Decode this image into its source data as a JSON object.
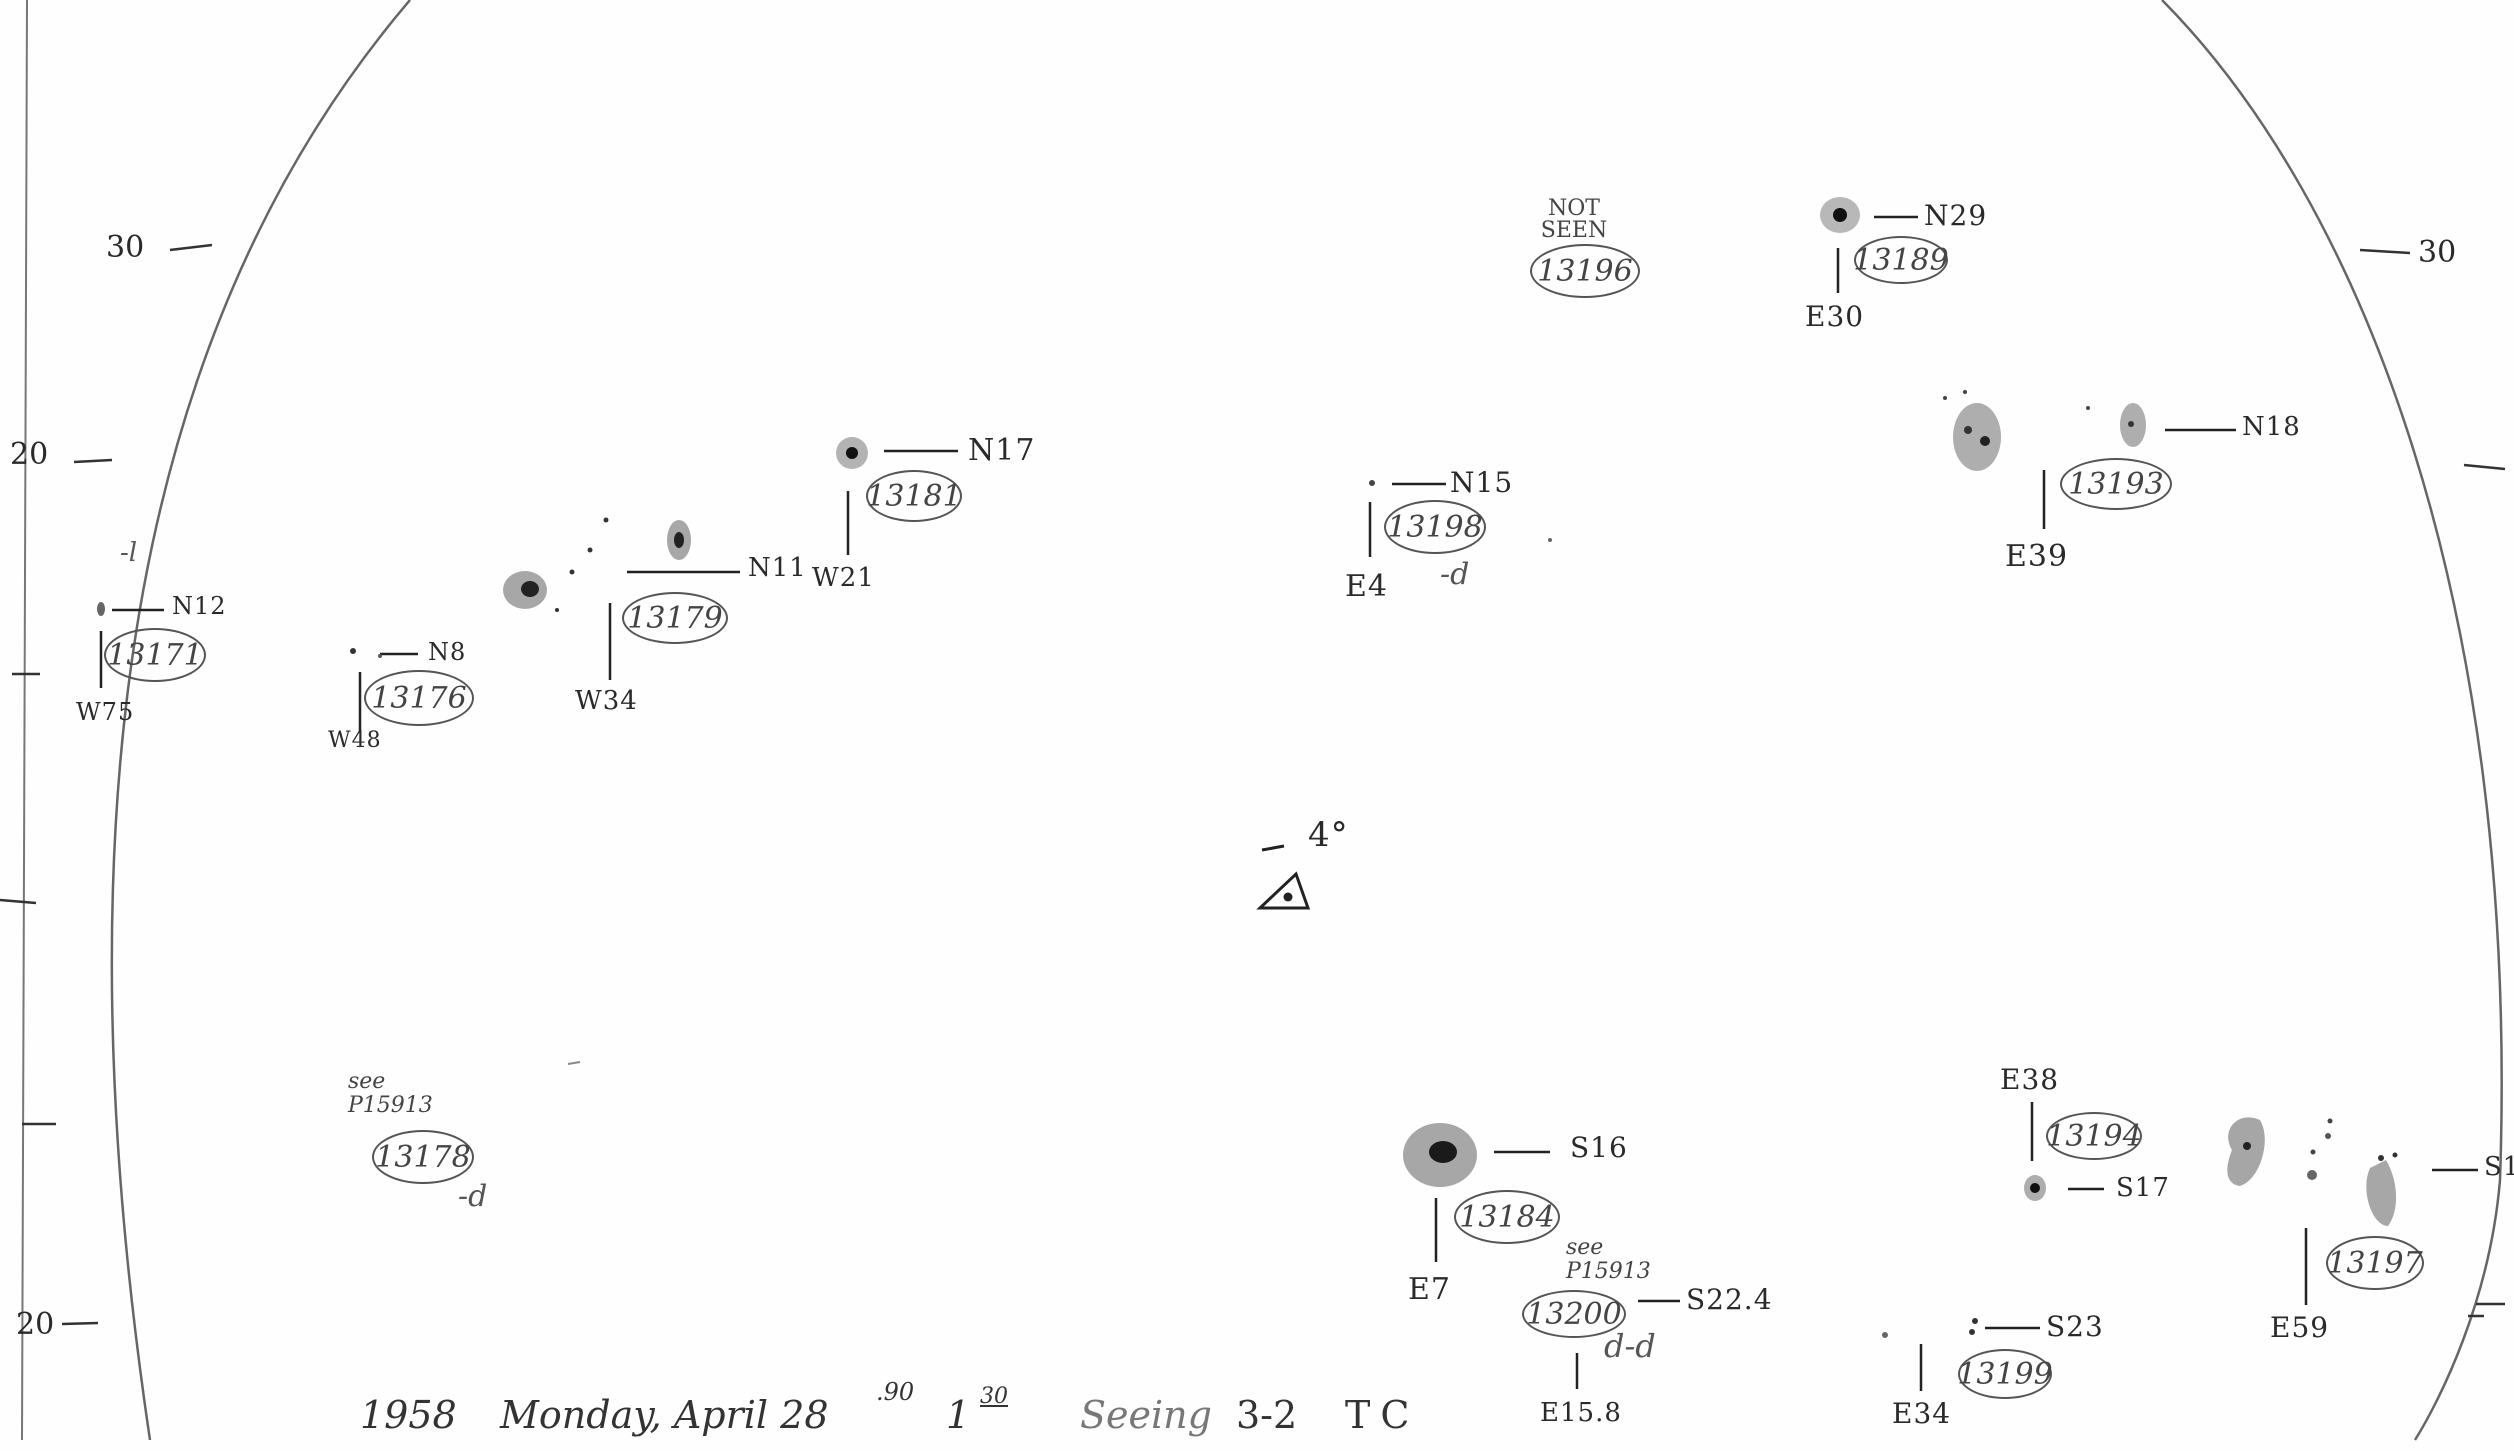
{
  "scale_ticks": {
    "left_30": "30",
    "left_20_top": "20",
    "left_20_bottom": "20",
    "right_30": "30"
  },
  "not_seen_note": "NOT SEEN",
  "regions": [
    {
      "number": "13171",
      "lat": "N12",
      "lon": "W75",
      "note": "-l"
    },
    {
      "number": "13176",
      "lat": "N8",
      "lon": "W48"
    },
    {
      "number": "13179",
      "lat": "N11",
      "lon": "W34"
    },
    {
      "number": "13181",
      "lat": "N17",
      "lon": "W21"
    },
    {
      "number": "13198",
      "lat": "N15",
      "lon": "E4",
      "note": "-d"
    },
    {
      "number": "13196"
    },
    {
      "number": "13189",
      "lat": "N29",
      "lon": "E30"
    },
    {
      "number": "13193",
      "lat": "N18",
      "lon": "E39"
    },
    {
      "number": "13178",
      "ref": "see P15913",
      "note": "-d"
    },
    {
      "number": "13184",
      "lat": "S16",
      "lon": "E7"
    },
    {
      "number": "13200",
      "lat": "S22.4",
      "lon": "E15.8",
      "ref": "see P15913",
      "note": "d-d"
    },
    {
      "number": "13199",
      "lat": "S23",
      "lon": "E34"
    },
    {
      "number": "13194",
      "lat": "S17",
      "lon": "E38"
    },
    {
      "number": "13197",
      "lat": "S1",
      "lon": "E59"
    }
  ],
  "center_marker": {
    "label": "4°"
  },
  "footer": {
    "year": "1958",
    "date": "Monday, April 28",
    "date_fraction": ".90",
    "time": "1",
    "time_sup": "30",
    "seeing_label": "Seeing",
    "seeing_value": "3-2",
    "observer": "TC"
  }
}
